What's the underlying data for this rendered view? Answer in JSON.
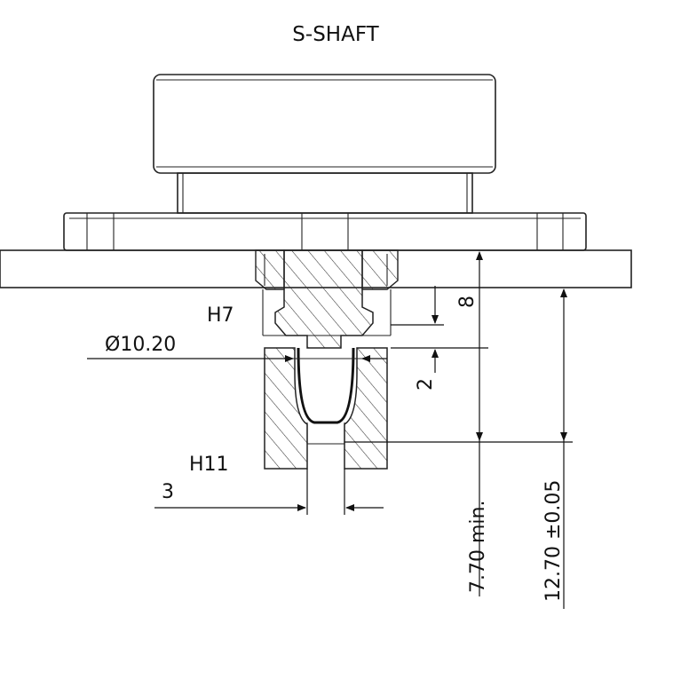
{
  "title": "S-SHAFT",
  "labels": {
    "fit_upper": "H7",
    "diameter": "Ø10.20",
    "fit_lower": "H11",
    "width": "3",
    "dim_8": "8",
    "dim_2": "2",
    "depth_min": "7.70 min.",
    "height_total": "12.70 ±0.05"
  },
  "colors": {
    "line": "#222222",
    "background": "#ffffff"
  }
}
